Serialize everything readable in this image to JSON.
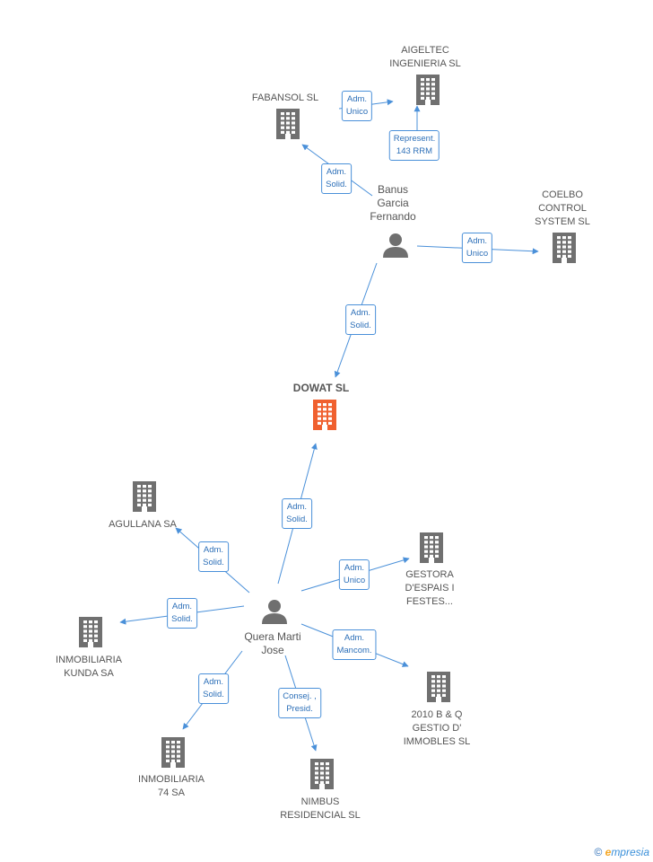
{
  "diagram": {
    "title": "",
    "colors": {
      "company": "#707070",
      "main": "#f0602f",
      "person": "#6f6f6f",
      "edge": "#4a90d9",
      "edge_text": "#2c6fb8"
    },
    "nodes": [
      {
        "id": "dowat",
        "kind": "company-main",
        "label": "DOWAT SL"
      },
      {
        "id": "aigeltec",
        "kind": "company",
        "label": "AIGELTEC\nINGENIERIA  SL"
      },
      {
        "id": "fabansol",
        "kind": "company",
        "label": "FABANSOL SL"
      },
      {
        "id": "banus",
        "kind": "person",
        "label": "Banus\nGarcia\nFernando"
      },
      {
        "id": "coelbo",
        "kind": "company",
        "label": "COELBO\nCONTROL\nSYSTEM SL"
      },
      {
        "id": "quera",
        "kind": "person",
        "label": "Quera Marti\nJose"
      },
      {
        "id": "agullana",
        "kind": "company",
        "label": "AGULLANA SA"
      },
      {
        "id": "gestora",
        "kind": "company",
        "label": "GESTORA\nD'ESPAIS I\nFESTES..."
      },
      {
        "id": "kunda",
        "kind": "company",
        "label": "INMOBILIARIA\nKUNDA SA"
      },
      {
        "id": "bq",
        "kind": "company",
        "label": "2010 B & Q\nGESTIO D'\nIMMOBLES SL"
      },
      {
        "id": "inm74",
        "kind": "company",
        "label": "INMOBILIARIA\n74 SA"
      },
      {
        "id": "nimbus",
        "kind": "company",
        "label": "NIMBUS\nRESIDENCIAL SL"
      }
    ],
    "edges": [
      {
        "from": "fabansol",
        "to": "aigeltec",
        "label": "Adm.\nUnico"
      },
      {
        "from": "banus",
        "to": "aigeltec",
        "label": "Represent.\n143 RRM"
      },
      {
        "from": "banus",
        "to": "fabansol",
        "label": "Adm.\nSolid."
      },
      {
        "from": "banus",
        "to": "coelbo",
        "label": "Adm.\nUnico"
      },
      {
        "from": "banus",
        "to": "dowat",
        "label": "Adm.\nSolid."
      },
      {
        "from": "quera",
        "to": "dowat",
        "label": "Adm.\nSolid."
      },
      {
        "from": "quera",
        "to": "agullana",
        "label": "Adm.\nSolid."
      },
      {
        "from": "quera",
        "to": "gestora",
        "label": "Adm.\nUnico"
      },
      {
        "from": "quera",
        "to": "kunda",
        "label": "Adm.\nSolid."
      },
      {
        "from": "quera",
        "to": "bq",
        "label": "Adm.\nMancom."
      },
      {
        "from": "quera",
        "to": "inm74",
        "label": "Adm.\nSolid."
      },
      {
        "from": "quera",
        "to": "nimbus",
        "label": "Consej. ,\nPresid."
      }
    ]
  },
  "footer": {
    "copyright": "©",
    "brand_e": "e",
    "brand_rest": "mpresia"
  }
}
